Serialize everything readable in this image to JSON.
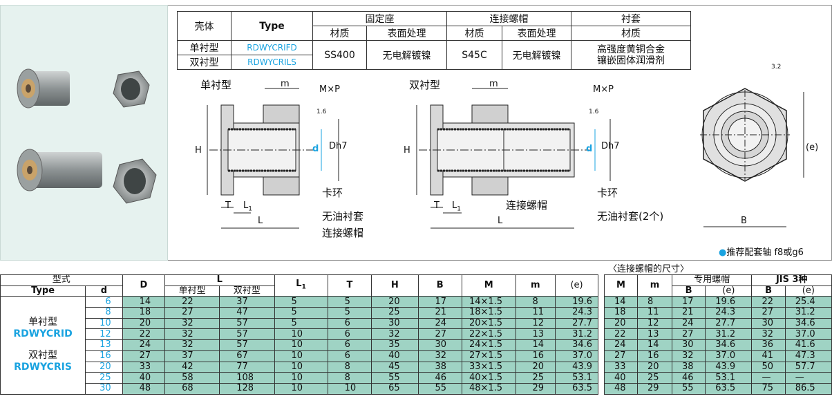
{
  "materials": {
    "header_housing": "壳体",
    "header_type": "Type",
    "header_mount": "固定座",
    "header_nut": "连接螺帽",
    "header_bushing": "衬套",
    "sub_material": "材质",
    "sub_surface": "表面处理",
    "row1_name": "单衬型",
    "row1_code": "RDWYCRIFD",
    "row2_name": "双衬型",
    "row2_code": "RDWYCRILS",
    "mount_material": "SS400",
    "mount_surface": "无电解镀镍",
    "nut_material": "S45C",
    "nut_surface": "无电解镀镍",
    "bushing_material_line1": "高强度黄铜合金",
    "bushing_material_line2": "镶嵌固体润滑剂"
  },
  "diagram": {
    "single_title": "单衬型",
    "double_title": "双衬型",
    "m": "m",
    "mxp": "M×P",
    "H": "H",
    "d": "d",
    "dh7": "Dh7",
    "T": "T",
    "L1": "L",
    "L1_sub": "1",
    "L": "L",
    "snap_ring": "卡环",
    "oilless_bushing": "无油衬套",
    "oilless_bushing_2": "无油衬套(2个)",
    "nut": "连接螺帽",
    "rough16": "1.6",
    "rough32": "3.2",
    "B": "B",
    "e": "(e)"
  },
  "shaft_note": "推荐配套轴 f8或g6",
  "nut_caption": "〈连接螺帽的尺寸〉",
  "dim_headers": {
    "model": "型式",
    "type": "Type",
    "d": "d",
    "D": "D",
    "L": "L",
    "single": "单衬型",
    "double": "双衬型",
    "L1": "L",
    "L1_sub": "1",
    "T": "T",
    "H": "H",
    "B": "B",
    "M": "M",
    "m": "m",
    "e": "(e)"
  },
  "type_labels": {
    "single_name": "单衬型",
    "single_code": "RDWYCRID",
    "double_name": "双衬型",
    "double_code": "RDWYCRIS"
  },
  "dim_rows": [
    {
      "d": "6",
      "D": "14",
      "Ls": "22",
      "Ld": "37",
      "L1": "5",
      "T": "5",
      "H": "20",
      "B": "17",
      "M": "14×1.5",
      "m": "8",
      "e": "19.6"
    },
    {
      "d": "8",
      "D": "18",
      "Ls": "27",
      "Ld": "47",
      "L1": "5",
      "T": "5",
      "H": "25",
      "B": "21",
      "M": "18×1.5",
      "m": "11",
      "e": "24.3"
    },
    {
      "d": "10",
      "D": "20",
      "Ls": "32",
      "Ld": "57",
      "L1": "5",
      "T": "6",
      "H": "30",
      "B": "24",
      "M": "20×1.5",
      "m": "12",
      "e": "27.7"
    },
    {
      "d": "12",
      "D": "22",
      "Ls": "32",
      "Ld": "57",
      "L1": "10",
      "T": "6",
      "H": "32",
      "B": "27",
      "M": "22×1.5",
      "m": "13",
      "e": "31.2"
    },
    {
      "d": "13",
      "D": "24",
      "Ls": "32",
      "Ld": "57",
      "L1": "10",
      "T": "6",
      "H": "35",
      "B": "30",
      "M": "24×1.5",
      "m": "14",
      "e": "34.6"
    },
    {
      "d": "16",
      "D": "27",
      "Ls": "37",
      "Ld": "67",
      "L1": "10",
      "T": "6",
      "H": "40",
      "B": "32",
      "M": "27×1.5",
      "m": "16",
      "e": "37.0"
    },
    {
      "d": "20",
      "D": "33",
      "Ls": "42",
      "Ld": "77",
      "L1": "10",
      "T": "8",
      "H": "45",
      "B": "38",
      "M": "33×1.5",
      "m": "20",
      "e": "43.9"
    },
    {
      "d": "25",
      "D": "40",
      "Ls": "58",
      "Ld": "108",
      "L1": "10",
      "T": "8",
      "H": "55",
      "B": "46",
      "M": "40×1.5",
      "m": "25",
      "e": "53.1"
    },
    {
      "d": "30",
      "D": "48",
      "Ls": "68",
      "Ld": "128",
      "L1": "10",
      "T": "10",
      "H": "65",
      "B": "55",
      "M": "48×1.5",
      "m": "29",
      "e": "63.5"
    }
  ],
  "nut_headers": {
    "M": "M",
    "m": "m",
    "dedicated": "专用螺帽",
    "jis": "JIS 3种",
    "B": "B",
    "e": "(e)"
  },
  "nut_rows": [
    {
      "M": "14",
      "m": "8",
      "B1": "17",
      "e1": "19.6",
      "B2": "22",
      "e2": "25.4"
    },
    {
      "M": "18",
      "m": "11",
      "B1": "21",
      "e1": "24.3",
      "B2": "27",
      "e2": "31.2"
    },
    {
      "M": "20",
      "m": "12",
      "B1": "24",
      "e1": "27.7",
      "B2": "30",
      "e2": "34.6"
    },
    {
      "M": "22",
      "m": "13",
      "B1": "27",
      "e1": "31.2",
      "B2": "32",
      "e2": "37.0"
    },
    {
      "M": "24",
      "m": "14",
      "B1": "30",
      "e1": "34.6",
      "B2": "36",
      "e2": "41.6"
    },
    {
      "M": "27",
      "m": "16",
      "B1": "32",
      "e1": "37.0",
      "B2": "41",
      "e2": "47.3"
    },
    {
      "M": "33",
      "m": "20",
      "B1": "38",
      "e1": "43.9",
      "B2": "50",
      "e2": "57.7"
    },
    {
      "M": "40",
      "m": "25",
      "B1": "46",
      "e1": "53.1",
      "B2": "—",
      "e2": "—"
    },
    {
      "M": "48",
      "m": "29",
      "B1": "55",
      "e1": "63.5",
      "B2": "75",
      "e2": "86.5"
    }
  ]
}
